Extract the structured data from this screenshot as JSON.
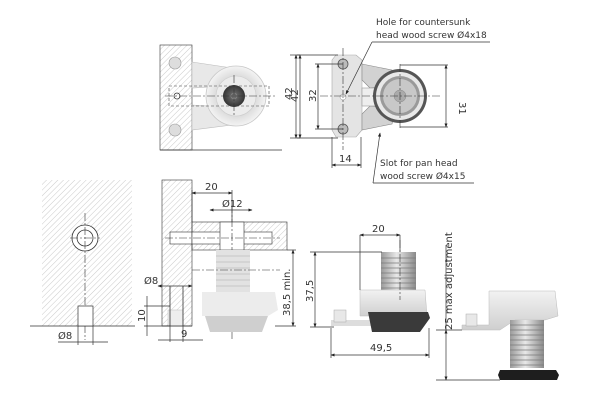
{
  "drawing": {
    "title": "Furniture leveling foot - technical drawing",
    "notes": {
      "countersunk_line1": "Hole for countersunk",
      "countersunk_line2": "head wood screw Ø4x18",
      "slot_line1": "Slot for pan head",
      "slot_line2": "wood screw Ø4x15"
    },
    "dimensions": {
      "top_left_height": "42",
      "top_right_overall": "42",
      "top_right_hole_spacing": "32",
      "top_right_body": "31",
      "top_right_plate_width": "14",
      "side_offset": "20",
      "side_bore": "Ø12",
      "side_min_height": "38,5 min.",
      "side_small_bore": "Ø8",
      "side_depth": "10",
      "side_width": "9",
      "front_bore": "Ø8",
      "product_width_top": "20",
      "product_height": "37,5",
      "product_base_width": "49,5",
      "adjustment": "25 max adjustment"
    },
    "colors": {
      "line": "#333333",
      "hatch": "#bdbdbd",
      "part_light": "#e6e6e6",
      "part_mid": "#b8b8b8",
      "part_dark": "#3a3a3a"
    }
  }
}
